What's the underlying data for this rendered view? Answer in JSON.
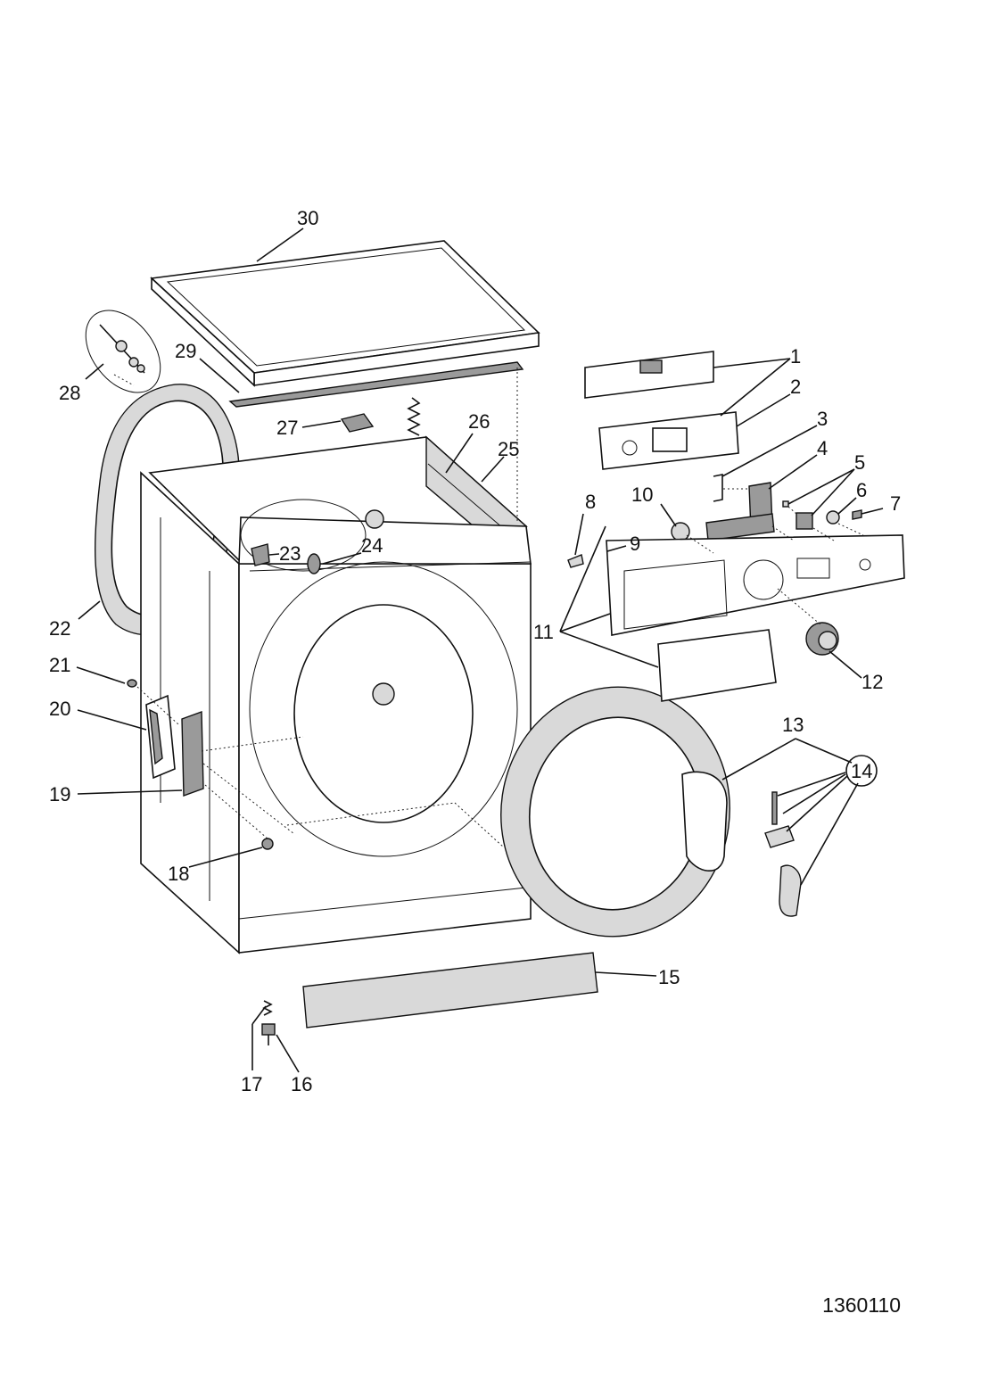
{
  "diagram_number": "1360110",
  "callouts": {
    "p1": "1",
    "p2": "2",
    "p3": "3",
    "p4": "4",
    "p5": "5",
    "p6": "6",
    "p7": "7",
    "p8": "8",
    "p9": "9",
    "p10": "10",
    "p11": "11",
    "p12": "12",
    "p13": "13",
    "p14": "14",
    "p15": "15",
    "p16": "16",
    "p17": "17",
    "p18": "18",
    "p19": "19",
    "p20": "20",
    "p21": "21",
    "p22": "22",
    "p23": "23",
    "p24": "24",
    "p25": "25",
    "p26": "26",
    "p27": "27",
    "p28": "28",
    "p29": "29",
    "p30": "30"
  }
}
